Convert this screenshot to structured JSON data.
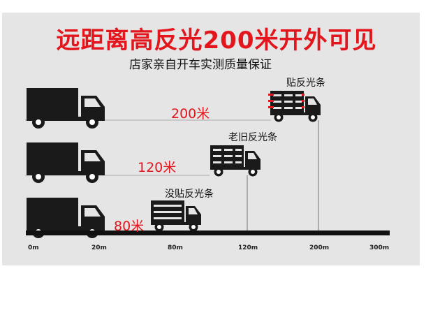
{
  "header": {
    "title": "远距离高反光200米开外可见",
    "subtitle": "店家亲自开车实测质量保证"
  },
  "rows": [
    {
      "label": "贴反光条",
      "distance": "200米"
    },
    {
      "label": "老旧反光条",
      "distance": "120米"
    },
    {
      "label": "没贴反光条",
      "distance": "80米"
    }
  ],
  "axis": {
    "ticks": [
      "0m",
      "20m",
      "80m",
      "120m",
      "200m",
      "300m"
    ]
  },
  "colors": {
    "accent_red": "#e2161c",
    "panel_gray": "#e5e5e5",
    "truck": "#1a1a1a"
  }
}
